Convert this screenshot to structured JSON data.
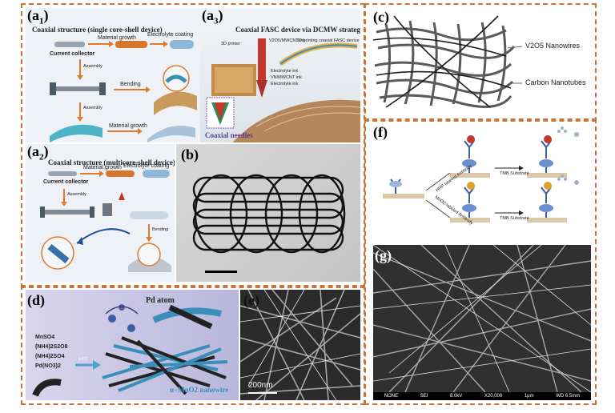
{
  "labels": {
    "a1": {
      "main": "(a",
      "sub": "1",
      "end": ")"
    },
    "a2": {
      "main": "(a",
      "sub": "2",
      "end": ")"
    },
    "a3": {
      "main": "(a",
      "sub": "3",
      "end": ")"
    },
    "b": "(b)",
    "c": "(c)",
    "d": "(d)",
    "e": "(e)",
    "f": "(f)",
    "g": "(g)"
  },
  "a1": {
    "title": "Coaxial  structure (single core-shell device)",
    "material_growth": "Material growth",
    "electrolyte_coating": "Electrolyte coating",
    "current_collector": "Current collector",
    "assembly": "Assembly",
    "bending": "Bending",
    "assembly2": "Assembly",
    "material_growth2": "Material growth"
  },
  "a2": {
    "title": "Coaxial  structure (multicore-shell device)",
    "material_growth": "Material growth",
    "electrolyte_coating": "Electrolyte coating",
    "current_collector": "Current collector",
    "assembly": "Assembly",
    "bending": "Bending"
  },
  "a3": {
    "title": "Coaxial FASC device via DCMW strategy",
    "printer": "3D printer",
    "ink": "V2O5/MWCNT ink",
    "printing": "3D printing coaxial FASC device",
    "electrolyte_ink": "Electrolyte ink",
    "vn_ink": "VN/MWCNT ink",
    "electrolyte_ink2": "Electrolyte ink",
    "needles": "Coaxial needles"
  },
  "c": {
    "nanowires": "V2O5 Nanowires",
    "nanotubes": "Carbon Nanotubes"
  },
  "d": {
    "pd_atom": "Pd atom",
    "reagents": [
      "MnSO4",
      "(NH4)2S2O8",
      "(NH4)2SO4",
      "Pd(NO3)2"
    ],
    "nanowire": "α−MnO2 nanowire",
    "htc": "HTC"
  },
  "e": {
    "scale": "200nm"
  },
  "f": {
    "hrp_antibody": "HRP-labeled Antibody",
    "mno2_antibody": "MnO2-labeled Antibody",
    "tmb1": "TMB Substrate",
    "tmb2": "TMB Substrate"
  },
  "g": {
    "footer": [
      "NONE",
      "SEI",
      "8.0kV",
      "X20,000",
      "1μm",
      "WD 6.5mm"
    ]
  },
  "colors": {
    "frame": "#c8743a",
    "a_bg": "#e9eef4",
    "nanowire": "#3a8fb8",
    "sem_bg": "#2e2e2e"
  }
}
